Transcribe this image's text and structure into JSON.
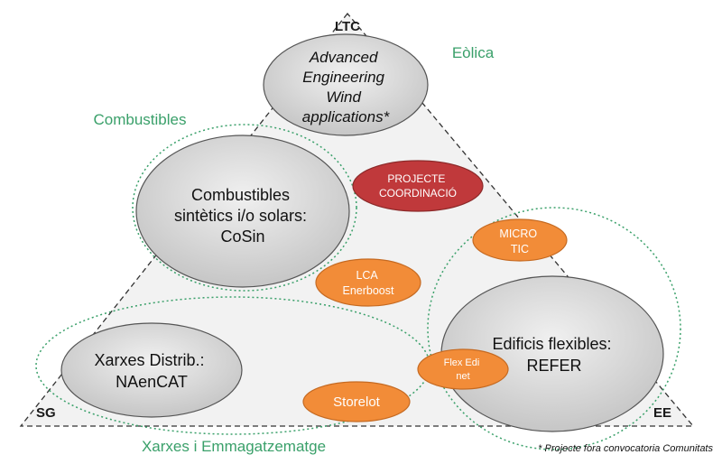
{
  "corners": {
    "top": "LTC",
    "bottom_left": "SG",
    "bottom_right": "EE"
  },
  "areas": {
    "eolica": "Eòlica",
    "combustibles": "Combustibles",
    "xarxes": "Xarxes i Emmagatzematge"
  },
  "projects": {
    "advanced": [
      "Advanced",
      "Engineering",
      "Wind",
      "applications*"
    ],
    "cosin": [
      "Combustibles",
      "sintètics i/o solars:",
      "CoSin"
    ],
    "naencat": [
      "Xarxes Distrib.:",
      "NAenCAT"
    ],
    "refer": [
      "Edificis flexibles:",
      "REFER"
    ],
    "coordinacio": [
      "PROJECTE",
      "COORDINACIÓ"
    ],
    "microtic": [
      "MICRO",
      "TIC"
    ],
    "lca": [
      "LCA",
      "Enerboost"
    ],
    "storelot": [
      "Storelot"
    ],
    "flexedinet": [
      "Flex Edi",
      "net"
    ]
  },
  "footnote": "* Projecte fora convocatoria Comunitats",
  "colors": {
    "area_green": "#3aa06a",
    "orange": "#f28c38",
    "red": "#c0393b",
    "gray": "#d6d6d6",
    "triangle_fill": "#f2f2f2"
  }
}
